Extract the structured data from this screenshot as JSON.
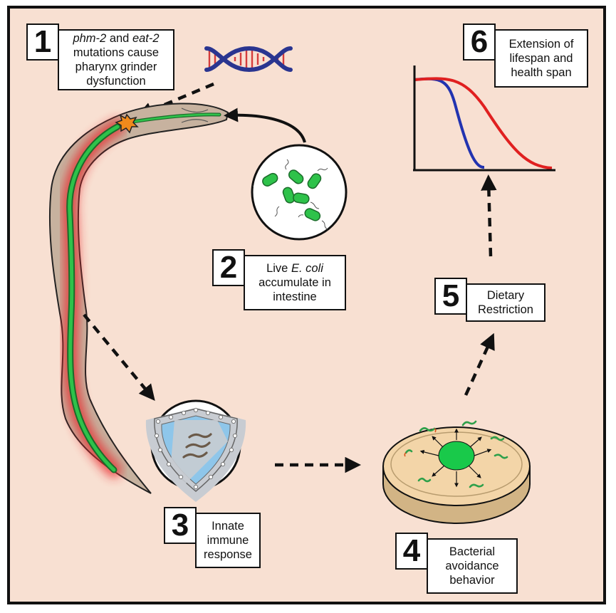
{
  "steps": [
    {
      "num": "1",
      "lines": [
        [
          {
            "t": "phm-2",
            "i": true
          },
          {
            "t": " and ",
            "i": false
          },
          {
            "t": "eat-2",
            "i": true
          }
        ],
        [
          {
            "t": "mutations cause",
            "i": false
          }
        ],
        [
          {
            "t": "pharynx grinder",
            "i": false
          }
        ],
        [
          {
            "t": "dysfunction",
            "i": false
          }
        ]
      ]
    },
    {
      "num": "2",
      "lines": [
        [
          {
            "t": "Live ",
            "i": false
          },
          {
            "t": "E. coli",
            "i": true
          }
        ],
        [
          {
            "t": "accumulate in",
            "i": false
          }
        ],
        [
          {
            "t": "intestine",
            "i": false
          }
        ]
      ]
    },
    {
      "num": "3",
      "lines": [
        [
          {
            "t": "Innate",
            "i": false
          }
        ],
        [
          {
            "t": "immune",
            "i": false
          }
        ],
        [
          {
            "t": "response",
            "i": false
          }
        ]
      ]
    },
    {
      "num": "4",
      "lines": [
        [
          {
            "t": "Bacterial",
            "i": false
          }
        ],
        [
          {
            "t": "avoidance",
            "i": false
          }
        ],
        [
          {
            "t": "behavior",
            "i": false
          }
        ]
      ]
    },
    {
      "num": "5",
      "lines": [
        [
          {
            "t": "Dietary",
            "i": false
          }
        ],
        [
          {
            "t": "Restriction",
            "i": false
          }
        ]
      ]
    },
    {
      "num": "6",
      "lines": [
        [
          {
            "t": "Extension of",
            "i": false
          }
        ],
        [
          {
            "t": "lifespan and",
            "i": false
          }
        ],
        [
          {
            "t": "health span",
            "i": false
          }
        ]
      ]
    }
  ],
  "colors": {
    "background": "#f8e0d2",
    "worm_body": "#c7b29f",
    "intestine": "#2ec24a",
    "inflammation": "#e8262b",
    "curve_red": "#e02020",
    "curve_blue": "#2233b0",
    "dna_blue": "#2a3590",
    "dna_rungs": "#d53c3c",
    "shield_blue": "#8ec6ea",
    "plate_agar": "#f3d5a8",
    "plate_rim": "#d2b485",
    "bacteria_lawn": "#19c94a"
  },
  "icons": [
    "dna-icon",
    "worm-icon",
    "grinder-burst-icon",
    "bacteria-circle-icon",
    "shield-icon",
    "petri-dish-icon",
    "survival-chart-icon"
  ]
}
